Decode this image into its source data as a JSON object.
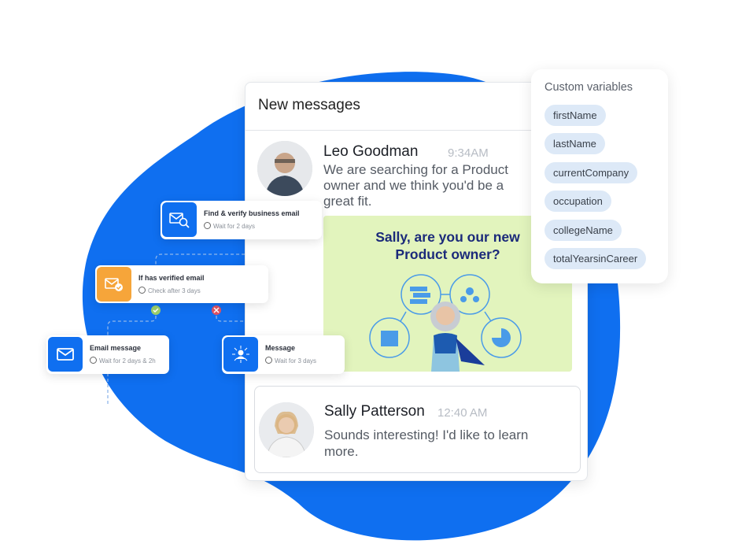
{
  "colors": {
    "blob": "#0f6ff0",
    "banner_bg": "#e2f4bd",
    "chip_bg": "#dde9f7",
    "decision_orange": "#f6a53a"
  },
  "messages": {
    "title": "New messages",
    "first": {
      "name": "Leo Goodman",
      "time": "9:34AM",
      "text": "We are searching for a Product owner and we think you'd be a great fit."
    },
    "banner": {
      "title_line1": "Sally, are you our new",
      "title_line2": "Product owner?"
    },
    "reply": {
      "name": "Sally Patterson",
      "time": "12:40 AM",
      "text": "Sounds interesting! I'd like to learn more."
    }
  },
  "custom_variables": {
    "title": "Custom variables",
    "items": [
      "firstName",
      "lastName",
      "currentCompany",
      "occupation",
      "collegeName",
      "totalYearsinCareer"
    ]
  },
  "workflow": [
    {
      "title": "Find & verify business email",
      "subtitle": "Wait for 2 days",
      "icon": "email-search-icon"
    },
    {
      "title": "If has verified email",
      "subtitle": "Check after  3 days",
      "icon": "email-check-icon"
    },
    {
      "title": "Email message",
      "subtitle": "Wait for 2 days & 2h",
      "icon": "envelope-icon"
    },
    {
      "title": "Message",
      "subtitle": "Wait for 3 days",
      "icon": "network-person-icon"
    }
  ]
}
